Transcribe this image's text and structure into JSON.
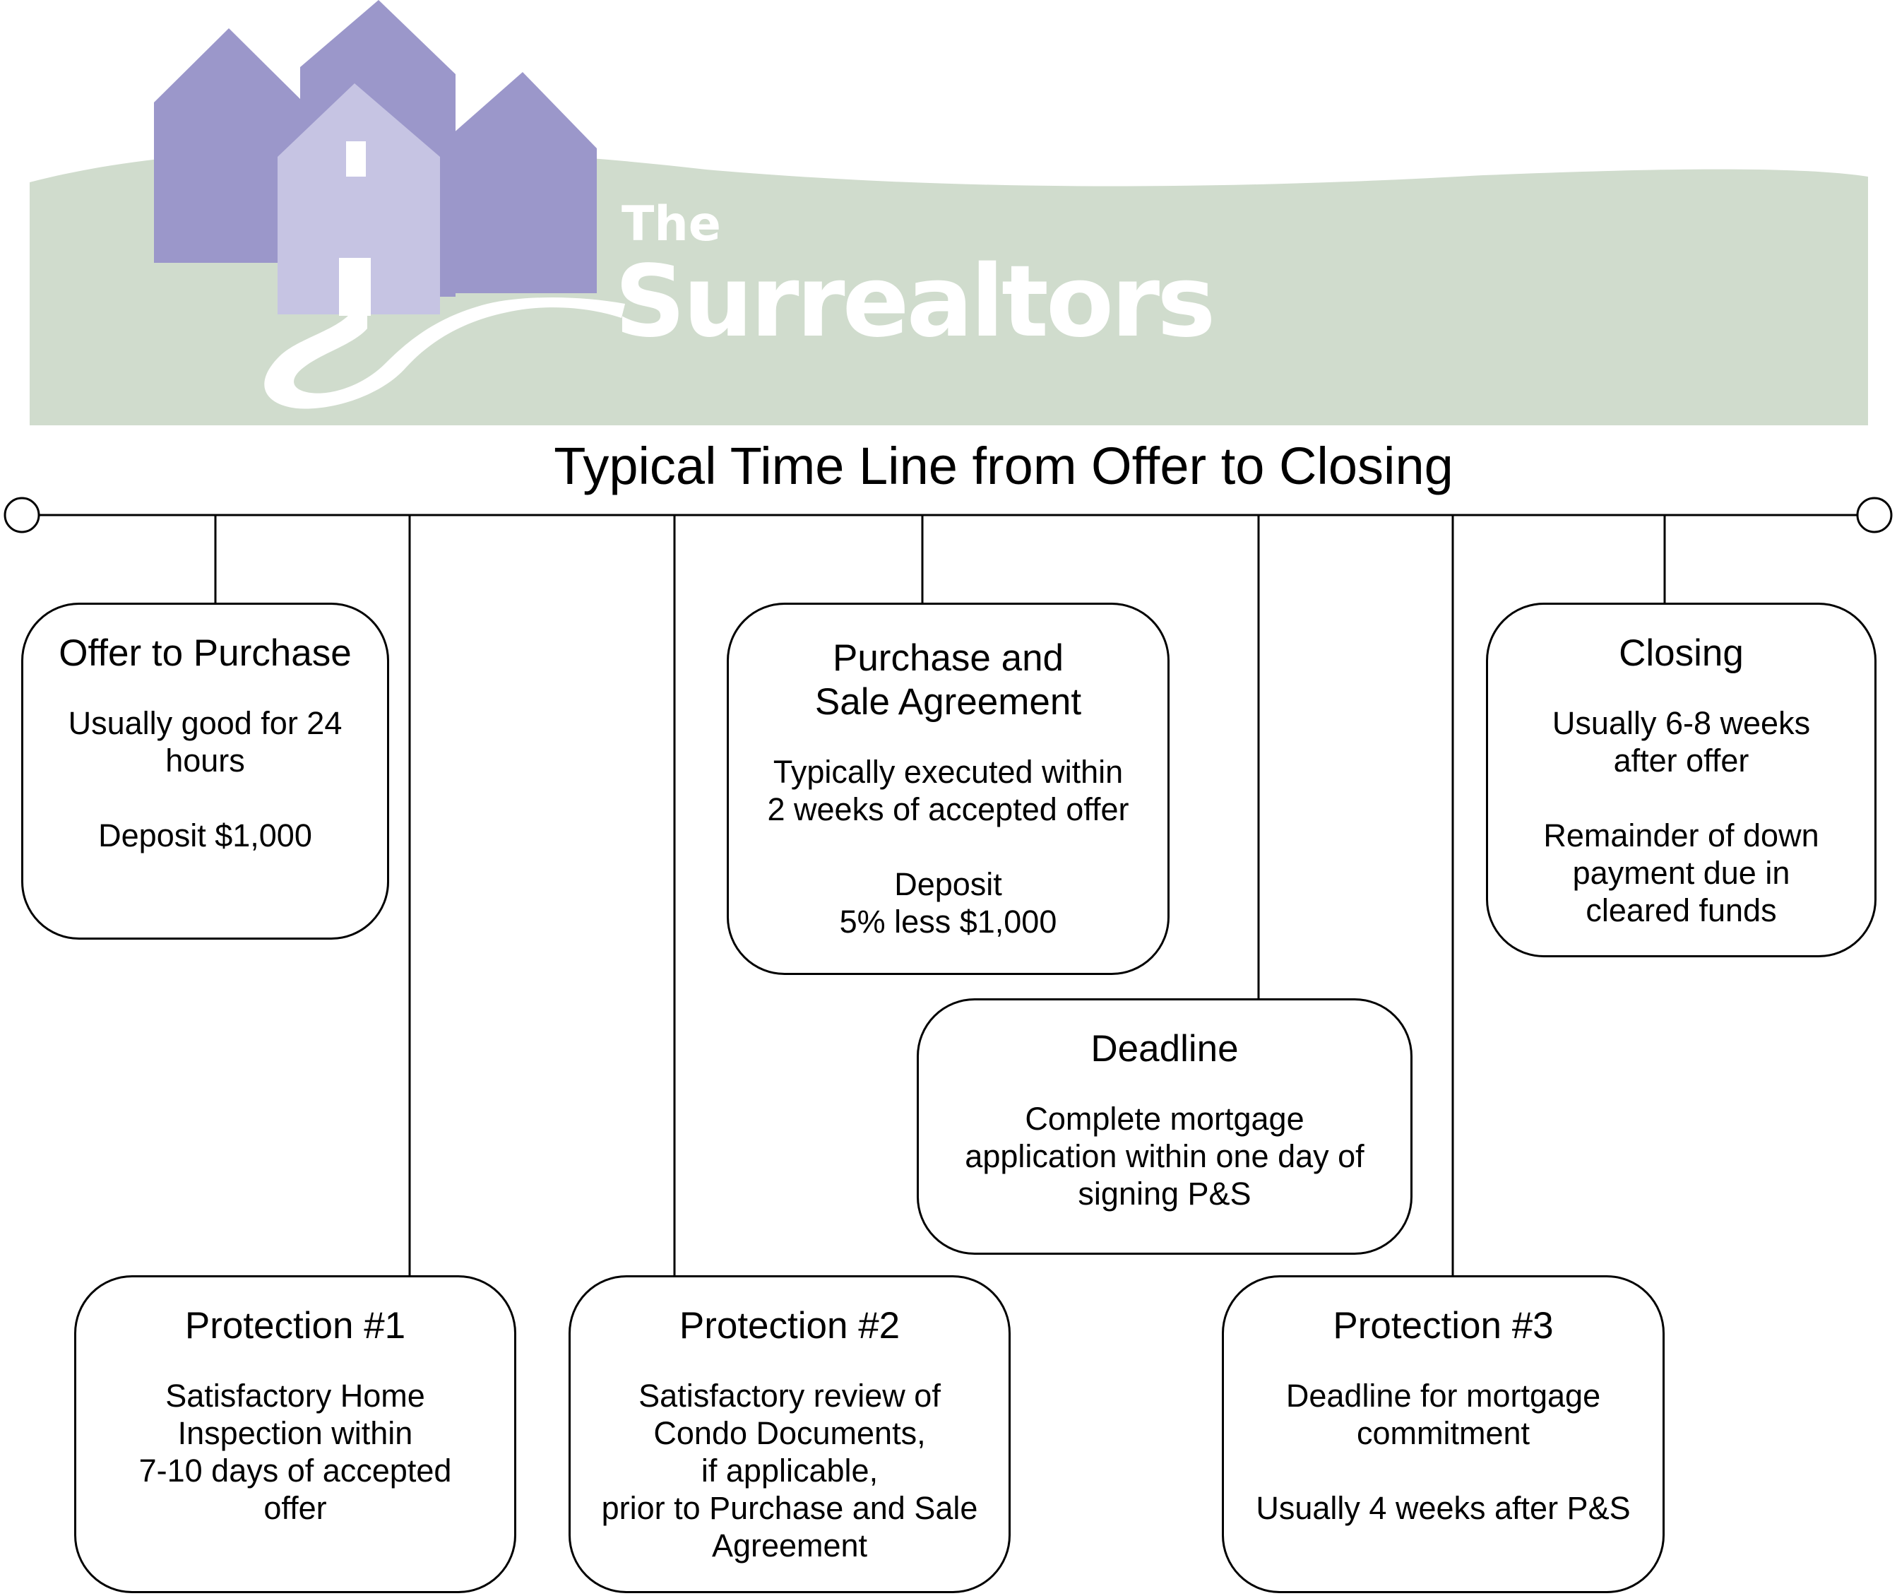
{
  "logo": {
    "small_word": "The",
    "brand_word": "Surrealtors",
    "colors": {
      "sky_band": "#d0dccd",
      "house_dark": "#9b97ca",
      "house_light": "#c6c4e3",
      "path": "#ffffff"
    }
  },
  "title": "Typical Time Line from Offer to Closing",
  "boxes": {
    "offer": {
      "title": "Offer to Purchase",
      "body1": "Usually good for 24\nhours",
      "body2": "Deposit $1,000"
    },
    "ps": {
      "title": "Purchase and\nSale Agreement",
      "body1": "Typically executed within\n2 weeks of accepted offer",
      "body2": "Deposit\n5% less $1,000"
    },
    "closing": {
      "title": "Closing",
      "body1": "Usually 6-8 weeks\nafter offer",
      "body2": "Remainder of down\npayment due in\ncleared funds"
    },
    "deadline": {
      "title": "Deadline",
      "body1": "Complete mortgage\napplication within one day of\nsigning P&S"
    },
    "p1": {
      "title": "Protection #1",
      "body1": "Satisfactory Home\nInspection within\n7-10 days of accepted\noffer"
    },
    "p2": {
      "title": "Protection #2",
      "body1": "Satisfactory review of\nCondo Documents,\nif applicable,\nprior to Purchase and Sale\nAgreement"
    },
    "p3": {
      "title": "Protection #3",
      "body1": "Deadline for mortgage\ncommitment",
      "body2": "Usually 4 weeks after P&S"
    }
  }
}
